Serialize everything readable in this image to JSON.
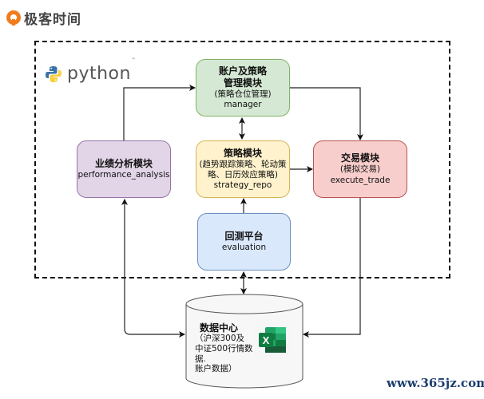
{
  "brand": {
    "logo_icon": "geekbang-logo-icon",
    "name": "极客时间"
  },
  "python_logo": {
    "icon": "python-logo-icon",
    "text": "python",
    "tm": "™"
  },
  "modules": {
    "manager": {
      "title_line1": "账户及策略",
      "title_line2": "管理模块",
      "subtitle": "(策略仓位管理)",
      "code": "manager",
      "fill": "#d5e8d4",
      "stroke": "#82b366"
    },
    "performance": {
      "title": "业绩分析模块",
      "code": "performance_analysis",
      "fill": "#e1d5e7",
      "stroke": "#9673a6"
    },
    "strategy": {
      "title": "策略模块",
      "subtitle_line1": "(趋势跟踪策略、轮动策",
      "subtitle_line2": "略、日历效应策略)",
      "code": "strategy_repo",
      "fill": "#fff2cc",
      "stroke": "#d6b656"
    },
    "trade": {
      "title": "交易模块",
      "subtitle": "(模拟交易)",
      "code": "execute_trade",
      "fill": "#f8cecc",
      "stroke": "#b85450"
    },
    "evaluation": {
      "title": "回测平台",
      "code": "evaluation",
      "fill": "#dae8fc",
      "stroke": "#6c8ebf"
    }
  },
  "data_center": {
    "title": "数据中心",
    "line1": "（沪深300及",
    "line2": "中证500行情数据.",
    "line3": "账户数据）",
    "icon": "excel-icon",
    "icon_letter": "X"
  },
  "connections": [
    {
      "from": "performance",
      "to": "manager",
      "type": "arrow"
    },
    {
      "from": "manager",
      "to": "trade",
      "type": "arrow"
    },
    {
      "from": "manager",
      "to": "strategy",
      "type": "bidirectional"
    },
    {
      "from": "strategy",
      "to": "trade",
      "type": "arrow"
    },
    {
      "from": "evaluation",
      "to": "strategy",
      "type": "arrow"
    },
    {
      "from": "evaluation",
      "to": "data_center",
      "type": "bidirectional"
    },
    {
      "from": "performance",
      "to": "data_center",
      "type": "bidirectional"
    },
    {
      "from": "trade",
      "to": "data_center",
      "type": "arrow"
    }
  ],
  "watermark": "www.365jz.com"
}
